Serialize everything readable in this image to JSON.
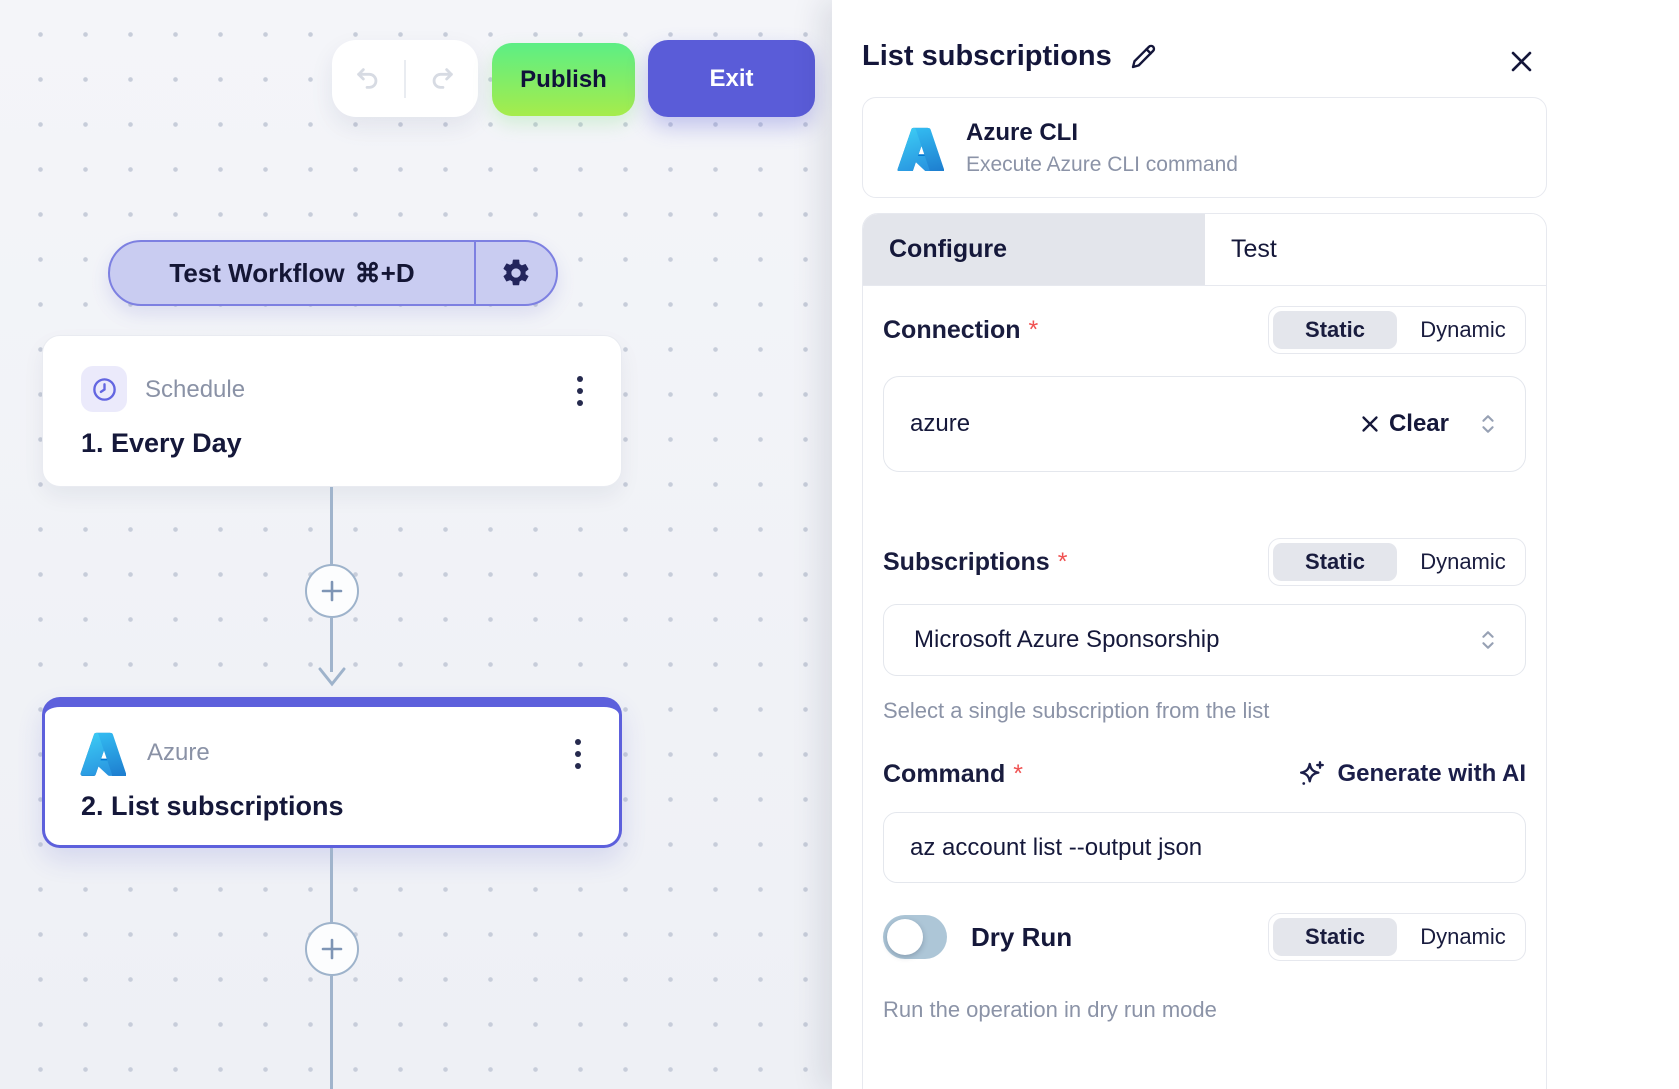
{
  "toolbar": {
    "publish_label": "Publish",
    "exit_label": "Exit"
  },
  "canvas": {
    "test_workflow": {
      "label": "Test Workflow",
      "shortcut": "⌘+D"
    },
    "nodes": [
      {
        "app_label": "Schedule",
        "step_title": "1. Every Day"
      },
      {
        "app_label": "Azure",
        "step_title": "2. List subscriptions",
        "selected": true
      }
    ]
  },
  "panel": {
    "title": "List subscriptions",
    "app_card": {
      "title": "Azure CLI",
      "subtitle": "Execute Azure CLI command"
    },
    "tabs": {
      "configure": "Configure",
      "test": "Test",
      "active_tab": "Configure"
    },
    "mode": {
      "static_label": "Static",
      "dynamic_label": "Dynamic",
      "active": "Static"
    },
    "required_marker": "*",
    "connection": {
      "label": "Connection",
      "value": "azure",
      "clear_label": "Clear"
    },
    "subscriptions": {
      "label": "Subscriptions",
      "value": "Microsoft Azure Sponsorship",
      "help": "Select a single subscription from the list"
    },
    "command": {
      "label": "Command",
      "ai_label": "Generate with AI",
      "value": "az account list --output json"
    },
    "dry_run": {
      "label": "Dry Run",
      "help": "Run the operation in dry run mode",
      "enabled": false
    }
  },
  "icons": {
    "undo": "undo-arrow",
    "redo": "redo-arrow",
    "gear": "settings-gear",
    "clock": "schedule-clock",
    "kebab": "three-dot-menu",
    "azure": "azure-logo",
    "plus": "add-step-plus",
    "pencil": "edit-pencil",
    "close": "close-x",
    "clear": "clear-x",
    "chevrons": "expand-up-down",
    "sparkle": "ai-sparkle"
  },
  "colors": {
    "accent_purple": "#5d60dc",
    "exit_indigo": "#5a5cd8",
    "publish_green_top": "#5cee85",
    "publish_green_bottom": "#a6ec4b",
    "required_red": "#f05252",
    "navy_text": "#15183a",
    "muted_text": "#8b93a7",
    "connector": "#9eb3cb",
    "toggle_track_off": "#adc6d7"
  }
}
